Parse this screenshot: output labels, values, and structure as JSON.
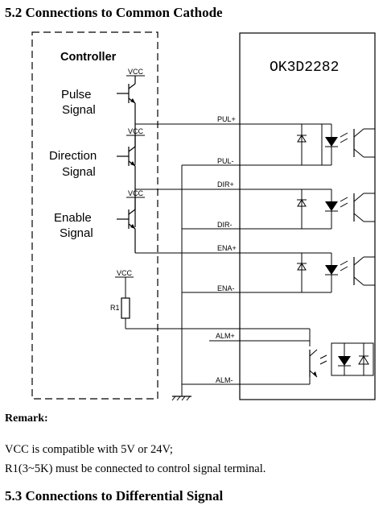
{
  "section_title": "5.2 Connections to Common Cathode",
  "next_section_title": "5.3 Connections to Differential Signal",
  "remark": {
    "title": "Remark:",
    "lines": [
      "VCC is compatible with 5V or 24V;",
      "R1(3~5K) must be connected to control signal terminal."
    ]
  },
  "diagram": {
    "controller_label": "Controller",
    "driver_model": "OK3D2282",
    "signals": {
      "pulse": [
        "Pulse",
        "Signal"
      ],
      "direction": [
        "Direction",
        "Signal"
      ],
      "enable": [
        "Enable",
        "Signal"
      ]
    },
    "vcc": "VCC",
    "resistor": "R1",
    "terminals": {
      "pul_plus": "PUL+",
      "pul_minus": "PUL-",
      "dir_plus": "DIR+",
      "dir_minus": "DIR-",
      "ena_plus": "ENA+",
      "ena_minus": "ENA-",
      "alm_plus": "ALM+",
      "alm_minus": "ALM-"
    }
  }
}
